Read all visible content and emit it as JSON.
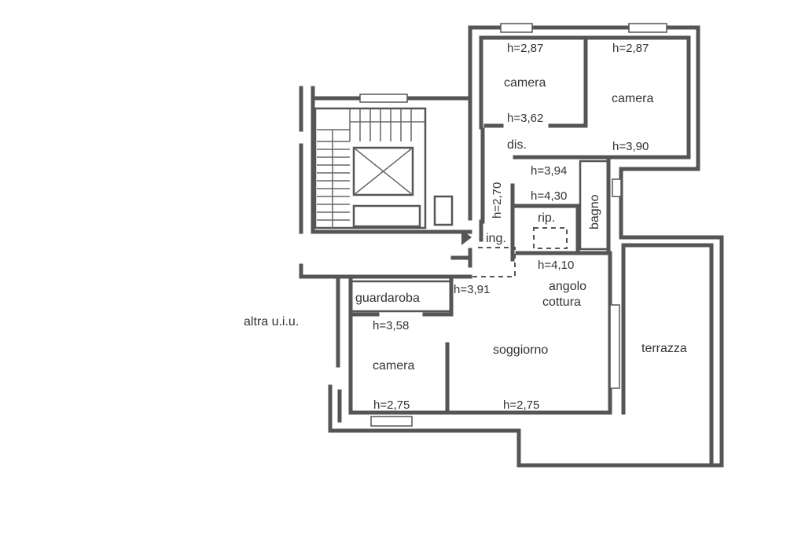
{
  "plan": {
    "outside": {
      "neighbor": "altra u.i.u."
    },
    "rooms": {
      "camera_top_left": "camera",
      "camera_top_right": "camera",
      "disimpegno": "dis.",
      "ripostiglio": "rip.",
      "bagno": "bagno",
      "ingresso": "ing.",
      "angolo_cottura_1": "angolo",
      "angolo_cottura_2": "cottura",
      "guardaroba": "guardaroba",
      "soggiorno": "soggiorno",
      "camera_bottom": "camera",
      "terrazza": "terrazza"
    },
    "heights": {
      "camera_tl_top": "h=2,87",
      "camera_tl_bottom": "h=3,62",
      "camera_tr_top": "h=2,87",
      "camera_tr_bottom": "h=3,90",
      "dis_vertical": "h=2,70",
      "bagno_top": "h=3,94",
      "rip_top": "h=4,30",
      "rip_bottom": "h=4,10",
      "soggiorno_top": "h=3,91",
      "camera_b_top": "h=3,58",
      "camera_b_bottom": "h=2,75",
      "soggiorno_bottom": "h=2,75"
    },
    "colors": {
      "wall": "#555555",
      "background": "#ffffff"
    }
  }
}
